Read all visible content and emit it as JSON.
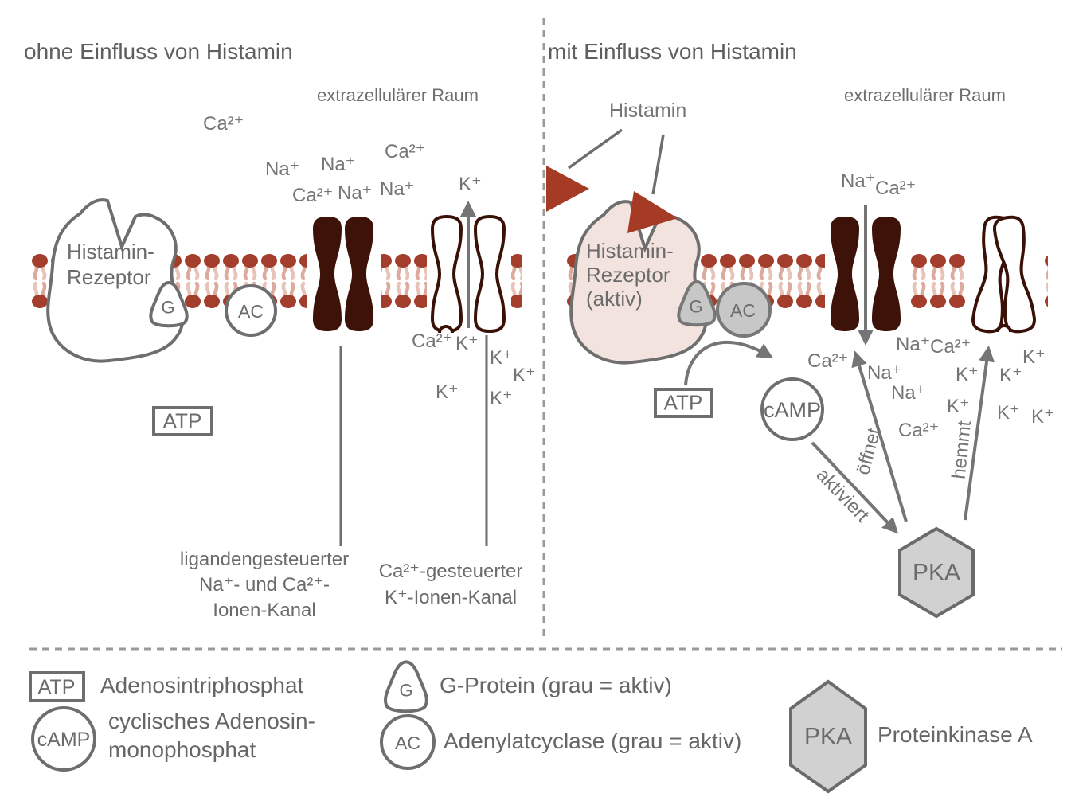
{
  "left_panel": {
    "title": "ohne Einfluss von Histamin",
    "region_label": "extrazellulärer Raum",
    "receptor_line1": "Histamin-",
    "receptor_line2": "Rezeptor",
    "g_label": "G",
    "ac_label": "AC",
    "atp_label": "ATP",
    "extracellular_ions": [
      "Ca²⁺",
      "Na⁺",
      "Na⁺",
      "Ca²⁺",
      "Ca²⁺",
      "Na⁺",
      "Na⁺",
      "K⁺"
    ],
    "intracellular_ions": [
      "Ca²⁺",
      "K⁺",
      "K⁺",
      "K⁺",
      "K⁺",
      "K⁺"
    ],
    "channel1_label_lines": [
      "ligandengesteuerter",
      "Na⁺- und Ca²⁺-",
      "Ionen-Kanal"
    ],
    "channel2_label_lines": [
      "Ca²⁺-gesteuerter",
      "K⁺-Ionen-Kanal"
    ]
  },
  "right_panel": {
    "title": "mit Einfluss von Histamin",
    "region_label": "extrazellulärer Raum",
    "histamin_label": "Histamin",
    "receptor_line1": "Histamin-",
    "receptor_line2": "Rezeptor",
    "receptor_line3": "(aktiv)",
    "g_label": "G",
    "ac_label": "AC",
    "atp_label": "ATP",
    "camp_label": "cAMP",
    "pka_label": "PKA",
    "channel_ions": [
      "Na⁺",
      "Ca²⁺"
    ],
    "intracellular_ions": [
      "Ca²⁺",
      "Na⁺",
      "Ca²⁺",
      "Na⁺",
      "Na⁺",
      "Ca²⁺",
      "K⁺",
      "K⁺",
      "K⁺",
      "K⁺",
      "K⁺",
      "K⁺"
    ],
    "arrow_label_aktiviert": "aktiviert",
    "arrow_label_oeffnet": "öffnet",
    "arrow_label_hemmt": "hemmt"
  },
  "legend": {
    "atp_symbol": "ATP",
    "atp_label": "Adenosintriphosphat",
    "camp_symbol": "cAMP",
    "camp_label_line1": "cyclisches Adenosin-",
    "camp_label_line2": "monophosphat",
    "g_symbol": "G",
    "g_label": "G-Protein (grau = aktiv)",
    "ac_symbol": "AC",
    "ac_label": "Adenylatcyclase (grau = aktiv)",
    "pka_symbol": "PKA",
    "pka_label": "Proteinkinase A"
  },
  "colors": {
    "membrane_head": "#a23e2b",
    "membrane_tail": "#dcab9e",
    "channel_dark": "#3d1208",
    "histamine_red": "#a53b24",
    "receptor_active_pink": "#f3e3de",
    "active_gray": "#c7c7c7",
    "outline_gray": "#6e6e6e",
    "arrow_gray": "#757575",
    "text_gray": "#6b6b6b"
  }
}
